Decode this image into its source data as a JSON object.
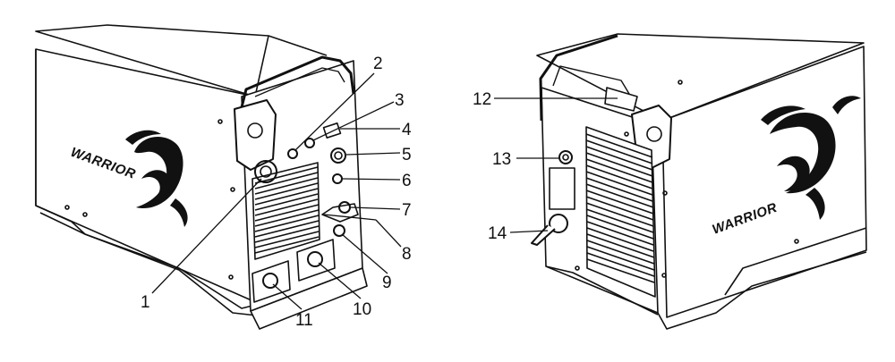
{
  "brand_text": "WARRIOR",
  "callouts": [
    {
      "label": "1"
    },
    {
      "label": "2"
    },
    {
      "label": "3"
    },
    {
      "label": "4"
    },
    {
      "label": "5"
    },
    {
      "label": "6"
    },
    {
      "label": "7"
    },
    {
      "label": "8"
    },
    {
      "label": "9"
    },
    {
      "label": "10"
    },
    {
      "label": "11"
    },
    {
      "label": "12"
    },
    {
      "label": "13"
    },
    {
      "label": "14"
    }
  ],
  "colors": {
    "line": "#111111",
    "fill": "#ffffff",
    "grille": "#222222"
  }
}
